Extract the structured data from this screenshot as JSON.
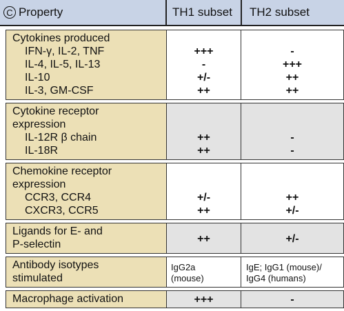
{
  "header": {
    "badge": "C",
    "col_property": "Property",
    "col_th1": "TH1 subset",
    "col_th2": "TH2 subset"
  },
  "rows": [
    {
      "lines": [
        "Cytokines produced",
        "IFN-γ, IL-2, TNF",
        "IL-4, IL-5, IL-13",
        "IL-10",
        "IL-3, GM-CSF"
      ],
      "th1": [
        "",
        "+++",
        "-",
        "+/-",
        "++"
      ],
      "th2": [
        "",
        "-",
        "+++",
        "++",
        "++"
      ]
    },
    {
      "lines": [
        "Cytokine receptor",
        "expression",
        "IL-12R β chain",
        "IL-18R"
      ],
      "th1": [
        "",
        "",
        "++",
        "++"
      ],
      "th2": [
        "",
        "",
        "-",
        "-"
      ]
    },
    {
      "lines": [
        "Chemokine receptor",
        "expression",
        "CCR3, CCR4",
        "CXCR3, CCR5"
      ],
      "th1": [
        "",
        "",
        "+/-",
        "++"
      ],
      "th2": [
        "",
        "",
        "++",
        "+/-"
      ]
    },
    {
      "lines": [
        "Ligands for E- and",
        "P-selectin"
      ],
      "th1": "++",
      "th2": "+/-"
    },
    {
      "lines": [
        "Antibody isotypes",
        "stimulated"
      ],
      "th1": "IgG2a\n(mouse)",
      "th2": "IgE; IgG1 (mouse)/\nIgG4 (humans)"
    },
    {
      "lines": [
        "Macrophage activation"
      ],
      "th1": "+++",
      "th2": "-"
    }
  ]
}
